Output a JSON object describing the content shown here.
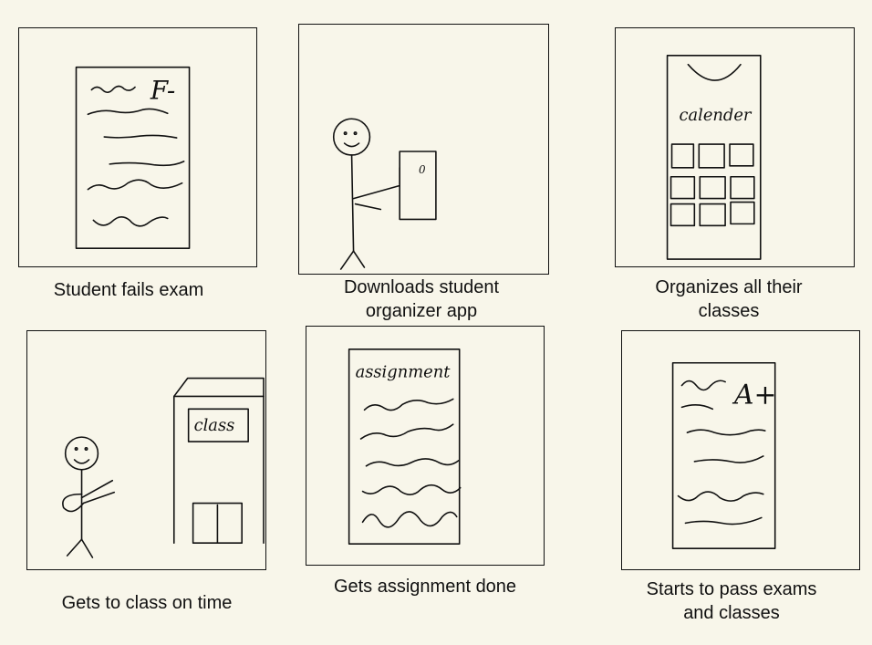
{
  "panels": [
    {
      "caption_lines": [
        "Student fails exam"
      ],
      "sketch_text": [
        "F-"
      ]
    },
    {
      "caption_lines": [
        "Downloads student",
        "organizer app"
      ],
      "sketch_text": [
        "0"
      ]
    },
    {
      "caption_lines": [
        "Organizes all their",
        "classes"
      ],
      "sketch_text": [
        "calender"
      ]
    },
    {
      "caption_lines": [
        "Gets to class on time"
      ],
      "sketch_text": [
        "class"
      ]
    },
    {
      "caption_lines": [
        "Gets assignment done"
      ],
      "sketch_text": [
        "assignment"
      ]
    },
    {
      "caption_lines": [
        "Starts to pass exams",
        "and classes"
      ],
      "sketch_text": [
        "A+"
      ]
    }
  ]
}
